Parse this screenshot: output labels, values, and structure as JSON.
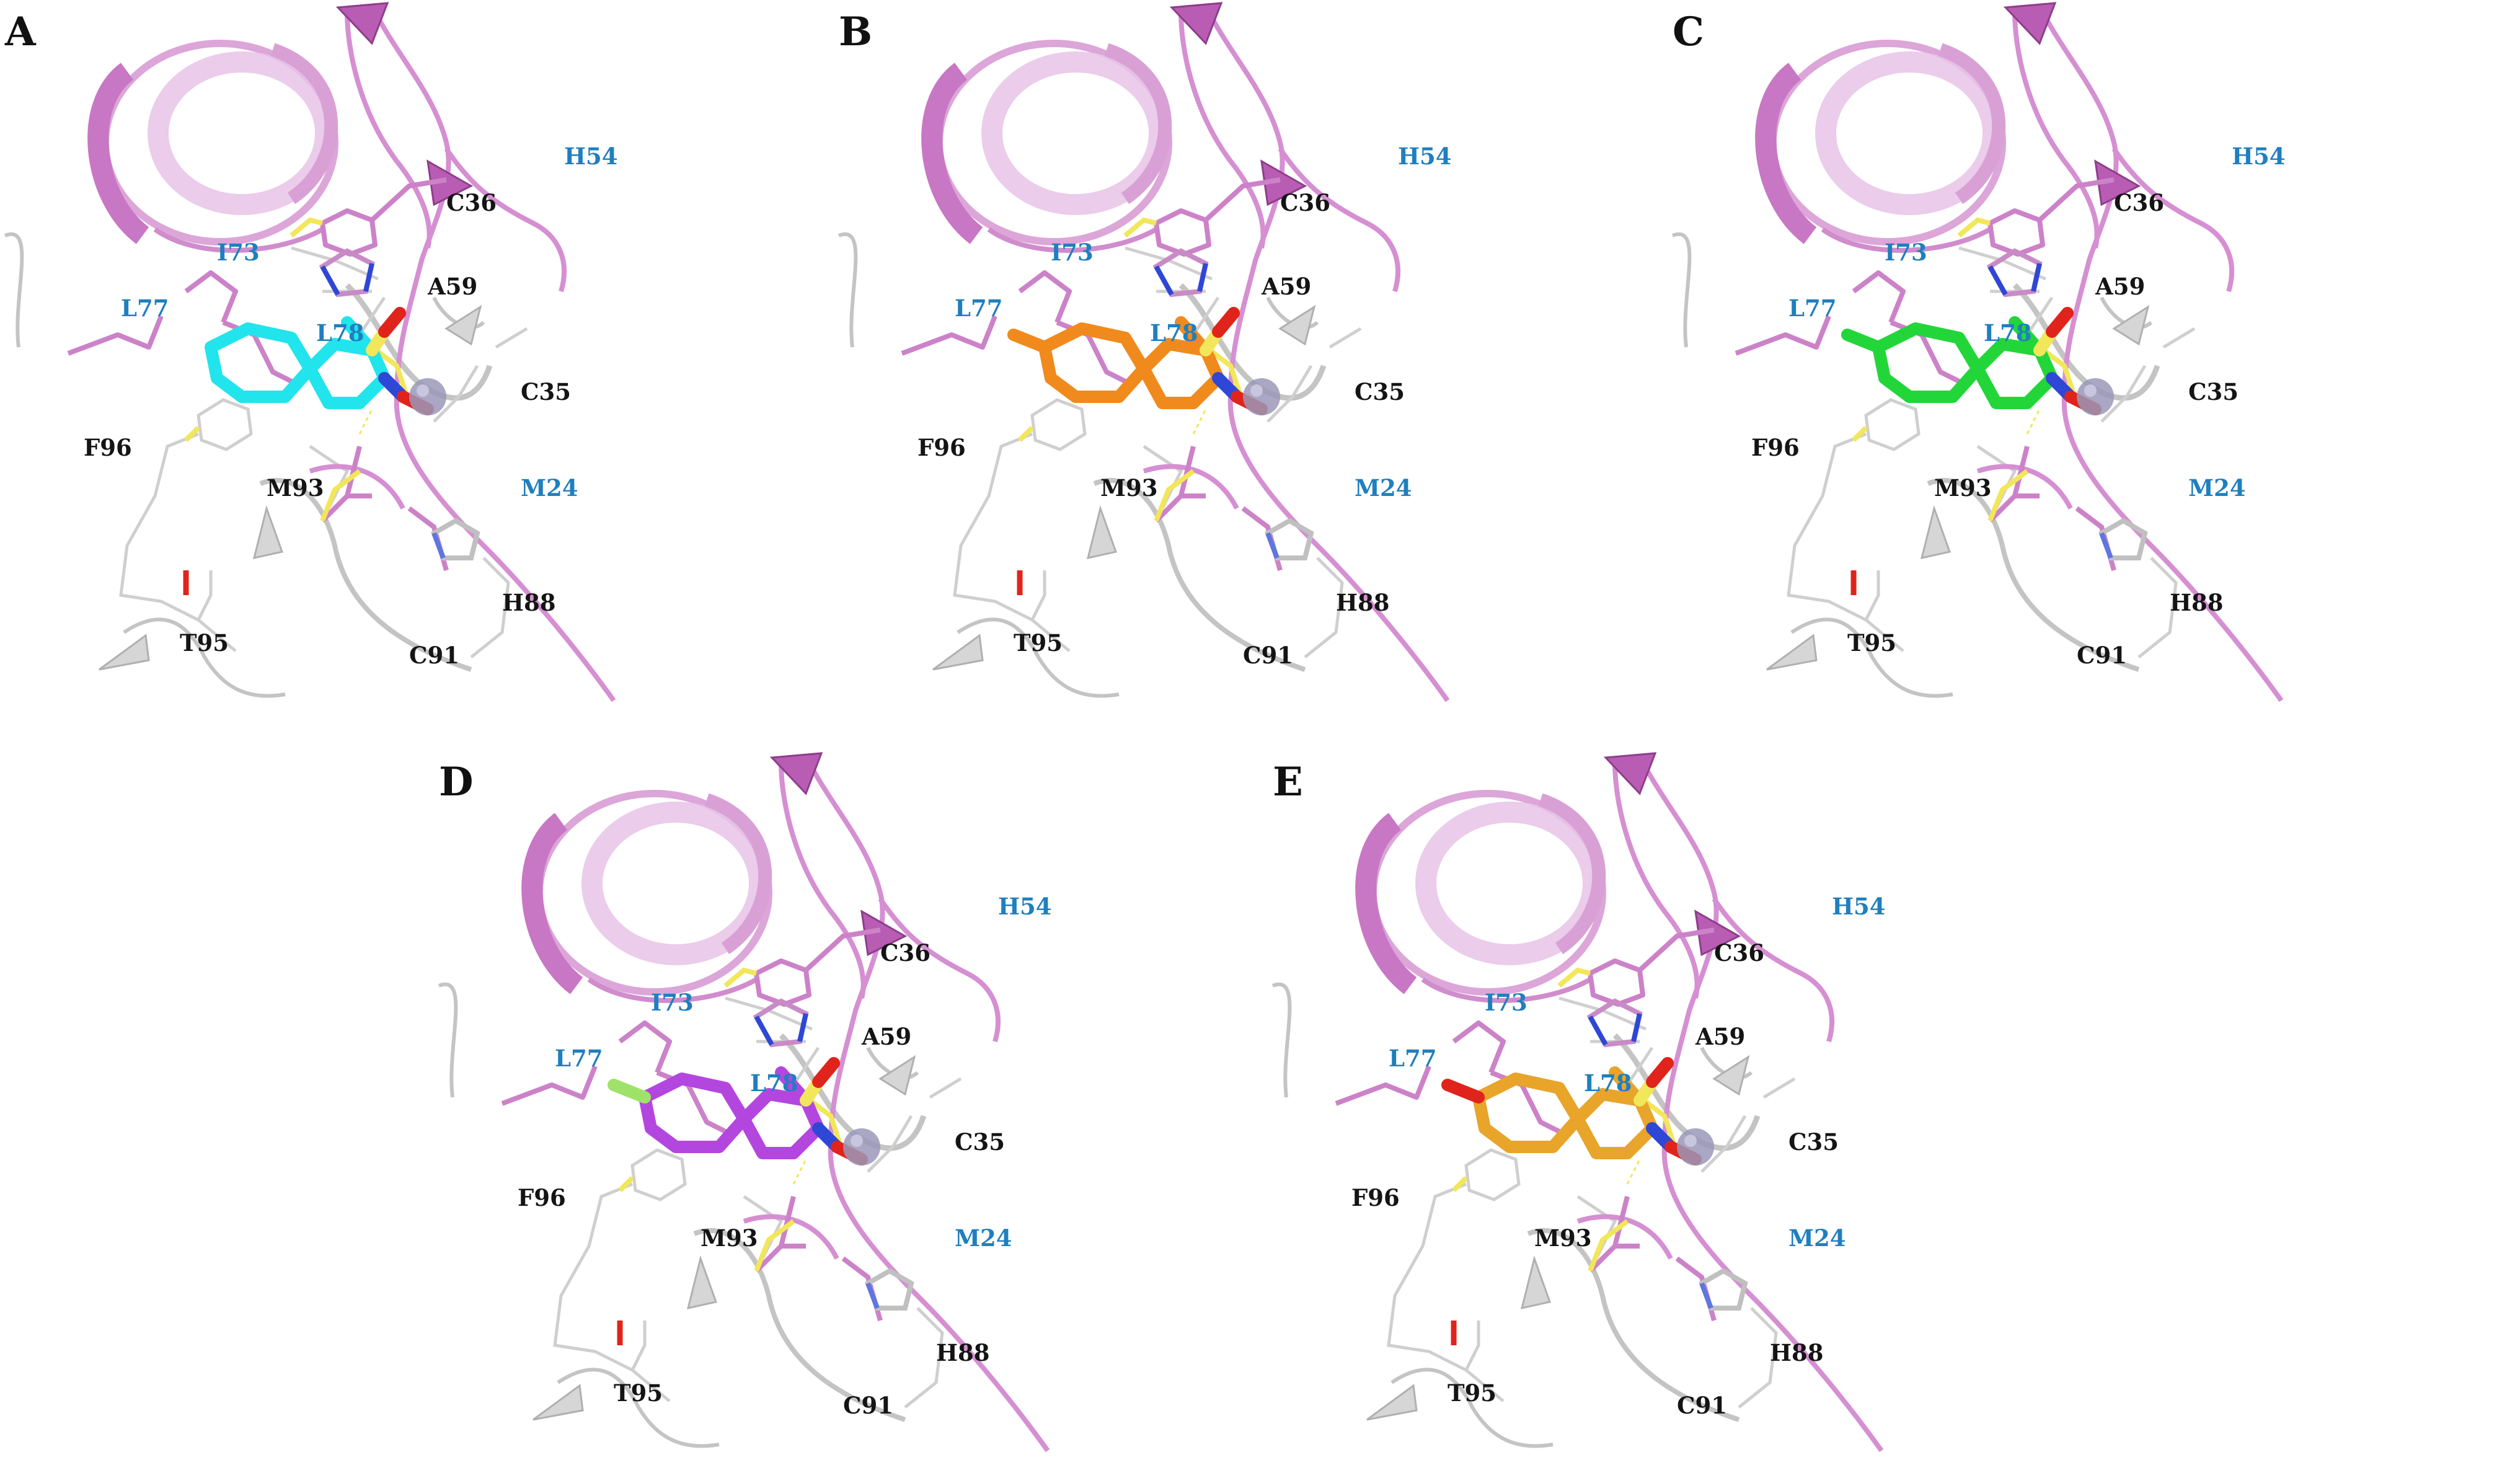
{
  "colors": {
    "protein_pink": "#d99ad6",
    "protein_pink_dark": "#a24f9c",
    "protein_grey": "#bdbdbd",
    "sulfur": "#f2e65a",
    "nitrogen": "#2f47d6",
    "oxygen": "#e0241b",
    "metal": "#9a98b8",
    "label_blue": "#1f7fbf",
    "label_black": "#141414"
  },
  "residues": {
    "h54": "H54",
    "c36": "C36",
    "i73": "I73",
    "l77": "L77",
    "a59": "A59",
    "l78": "L78",
    "c35": "C35",
    "f96": "F96",
    "m93": "M93",
    "m24": "M24",
    "h88": "H88",
    "t95": "T95",
    "c91": "C91"
  },
  "panels": [
    {
      "letter": "A",
      "ligand_color": "#22e4ec",
      "substituent": "none",
      "substituent_color": ""
    },
    {
      "letter": "B",
      "ligand_color": "#f08a1c",
      "substituent": "methyl",
      "substituent_color": "#f08a1c"
    },
    {
      "letter": "C",
      "ligand_color": "#22d63a",
      "substituent": "chloro",
      "substituent_color": "#22d63a"
    },
    {
      "letter": "D",
      "ligand_color": "#b446e0",
      "substituent": "fluoro",
      "substituent_color": "#9fe26a"
    },
    {
      "letter": "E",
      "ligand_color": "#e8a52a",
      "substituent": "oxo",
      "substituent_color": "#e0241b"
    }
  ]
}
